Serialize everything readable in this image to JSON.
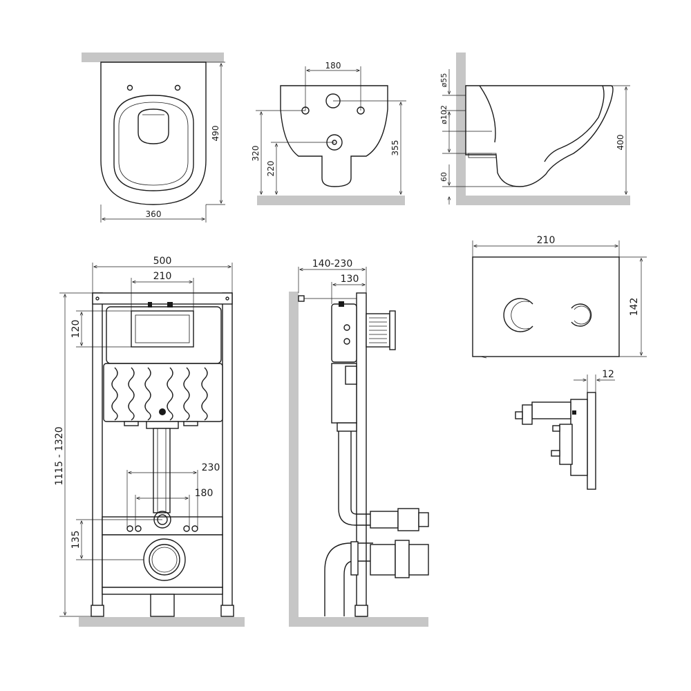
{
  "top_views": {
    "top_view": {
      "width": "360",
      "depth": "490"
    },
    "front_view": {
      "hole_spacing": "180",
      "fix_height": "320",
      "drain_height": "220",
      "total_height": "355"
    },
    "side_view": {
      "inlet_dia": "ø55",
      "outlet_dia": "ø102",
      "floor_gap": "60",
      "height": "400"
    }
  },
  "frame_front": {
    "width": "500",
    "tank_width": "210",
    "tank_height": "120",
    "height_range": "1115 - 1320",
    "bolt_spacing_outer": "230",
    "bolt_spacing_inner": "180",
    "drain_height": "135"
  },
  "frame_side": {
    "depth_range": "140-230",
    "depth": "130"
  },
  "flush_plate": {
    "width": "210",
    "height": "142",
    "thickness": "12"
  }
}
